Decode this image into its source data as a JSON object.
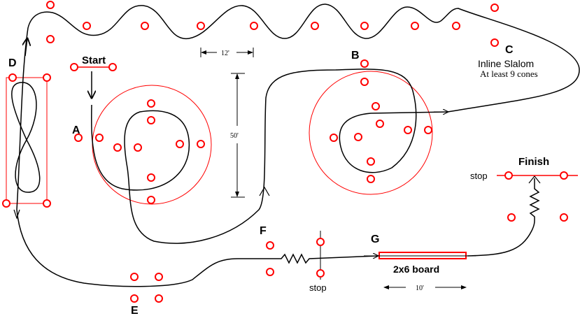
{
  "labels": {
    "start": "Start",
    "a": "A",
    "b": "B",
    "c": "C",
    "c_title": "Inline Slalom",
    "c_sub": "At least 9 cones",
    "d": "D",
    "e": "E",
    "f": "F",
    "g": "G",
    "finish": "Finish",
    "stop_finish": "stop",
    "stop_f": "stop",
    "board": "2x6 board",
    "dim_12": "12'",
    "dim_50": "50'",
    "dim_10": "10'"
  },
  "colors": {
    "cone": "#ff0000",
    "track": "#000000"
  }
}
